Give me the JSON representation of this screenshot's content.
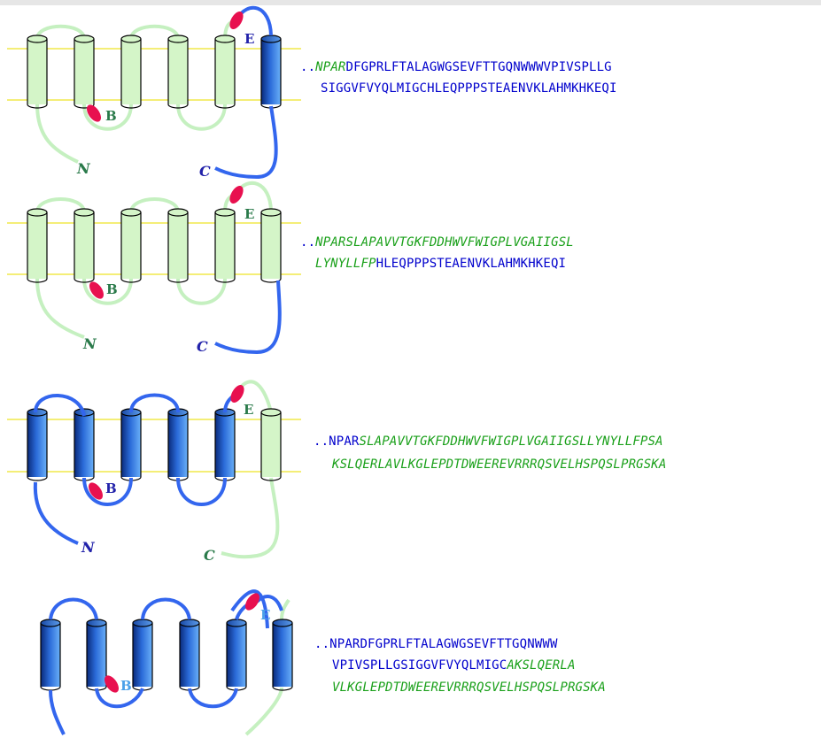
{
  "colors": {
    "membrane": "#f0e84a",
    "helix_green_fill": "#d4f5c8",
    "helix_blue_dark": "#0a2a7a",
    "helix_blue_light": "#5aa0f0",
    "loop_green": "#c5f0c0",
    "loop_blue": "#3366ee",
    "site": "#e8104f",
    "seq_blue": "#0000cc",
    "seq_green": "#1aa01a",
    "label_green": "#2a7a4a",
    "label_blue": "#2222aa",
    "label_lightblue": "#4aa0e8"
  },
  "panels": [
    {
      "labels": {
        "E": "E",
        "B": "B",
        "N": "N",
        "C": "C"
      },
      "sequence": {
        "lines": [
          [
            {
              "text": "..",
              "style": "blue"
            },
            {
              "text": "NPAR",
              "style": "green"
            },
            {
              "text": "DFGPRLFTALAGWGSEVFTTGQNWWWVPIVSPLLG",
              "style": "blue"
            }
          ],
          [
            {
              "text": "SIGGVFVYQLMIGCHLEQPPPSTEAENVKLAHMKHKEQI",
              "style": "blue"
            }
          ]
        ]
      }
    },
    {
      "labels": {
        "E": "E",
        "B": "B",
        "N": "N",
        "C": "C"
      },
      "sequence": {
        "lines": [
          [
            {
              "text": "..",
              "style": "blue"
            },
            {
              "text": "NPARSLAPAVVTGKFDDHWVFWIGPLVGAIIGSL",
              "style": "green"
            }
          ],
          [
            {
              "text": "LYNYLLFP",
              "style": "green"
            },
            {
              "text": "HLEQPPPSTEAENVKLAHMKHKEQI",
              "style": "blue"
            }
          ]
        ]
      }
    },
    {
      "labels": {
        "E": "E",
        "B": "B",
        "N": "N",
        "C": "C"
      },
      "sequence": {
        "lines": [
          [
            {
              "text": "..NPAR",
              "style": "blue"
            },
            {
              "text": "SLAPAVVTGKFDDHWVFWIGPLVGAIIGSLLYNYLLFPSA",
              "style": "green"
            }
          ],
          [
            {
              "text": "KSLQERLAVLKGLEPDTDWEEREVRRRQSVELHSPQSLPRGSKA",
              "style": "green"
            }
          ]
        ]
      }
    },
    {
      "labels": {
        "E": "E",
        "B": "B"
      },
      "sequence": {
        "lines": [
          [
            {
              "text": "..NPARDFGPRLFTALAGWGSEVFTTGQNWWW",
              "style": "blue"
            }
          ],
          [
            {
              "text": "VPIVSPLLGSIGGVFVYQLMIGC",
              "style": "blue"
            },
            {
              "text": "AKSLQERLA",
              "style": "green"
            }
          ],
          [
            {
              "text": "VLKGLEPDTDWEEREVRRRQSVELHSPQSLPRGSKA",
              "style": "green"
            }
          ]
        ]
      }
    }
  ]
}
